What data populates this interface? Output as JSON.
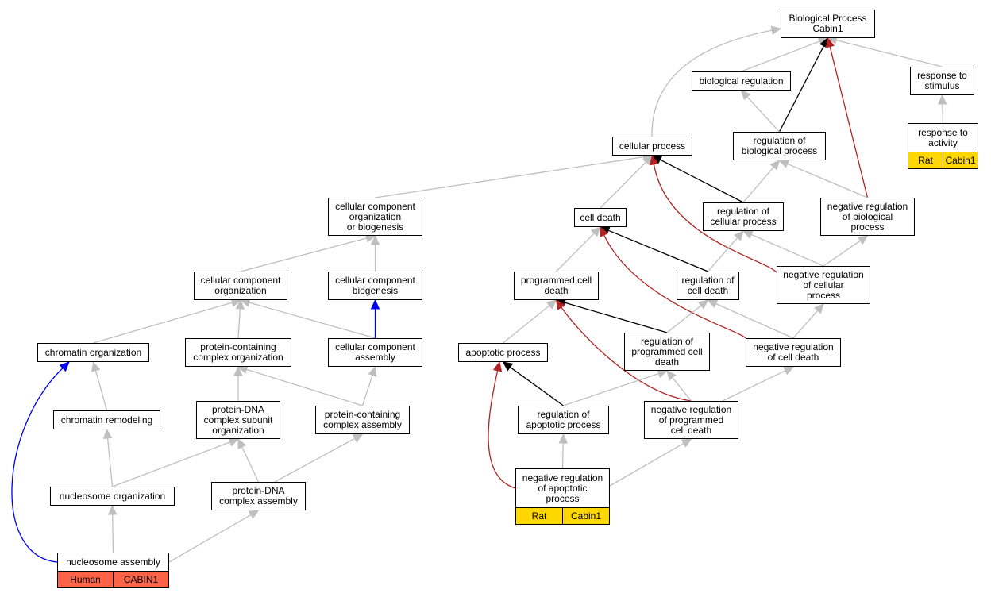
{
  "colors": {
    "edge_default": "#bfbfbf",
    "edge_regulates": "#000000",
    "edge_negatively_regulates": "#b22222",
    "edge_part_of": "#0000ee",
    "tag_rat": "#ffd700",
    "tag_human": "#ff6347"
  },
  "nodes": [
    {
      "id": "bp",
      "label": "Biological Process\nCabin1"
    },
    {
      "id": "breg",
      "label": "biological regulation"
    },
    {
      "id": "rts",
      "label": "response to\nstimulus"
    },
    {
      "id": "rta",
      "label": "response to\nactivity",
      "tags": [
        {
          "label": "Rat",
          "kind": "rat"
        },
        {
          "label": "Cabin1",
          "kind": "rat"
        }
      ]
    },
    {
      "id": "cproc",
      "label": "cellular process"
    },
    {
      "id": "rbp",
      "label": "regulation of\nbiological process"
    },
    {
      "id": "ccob",
      "label": "cellular component\norganization\nor biogenesis"
    },
    {
      "id": "cdeath",
      "label": "cell death"
    },
    {
      "id": "rcp",
      "label": "regulation of\ncellular process"
    },
    {
      "id": "nrbp",
      "label": "negative regulation\nof biological\nprocess"
    },
    {
      "id": "cco",
      "label": "cellular component\norganization"
    },
    {
      "id": "ccb",
      "label": "cellular component\nbiogenesis"
    },
    {
      "id": "pcd",
      "label": "programmed cell\ndeath"
    },
    {
      "id": "rcd",
      "label": "regulation of\ncell death"
    },
    {
      "id": "nrcp",
      "label": "negative regulation\nof cellular\nprocess"
    },
    {
      "id": "chrorg",
      "label": "chromatin organization"
    },
    {
      "id": "pcco",
      "label": "protein-containing\ncomplex organization"
    },
    {
      "id": "cca",
      "label": "cellular component\nassembly"
    },
    {
      "id": "apop",
      "label": "apoptotic process"
    },
    {
      "id": "rpcd",
      "label": "regulation of\nprogrammed cell\ndeath"
    },
    {
      "id": "nrcd",
      "label": "negative regulation\nof cell death"
    },
    {
      "id": "chrrem",
      "label": "chromatin remodeling"
    },
    {
      "id": "pdcso",
      "label": "protein-DNA\ncomplex subunit\norganization"
    },
    {
      "id": "pcca",
      "label": "protein-containing\ncomplex assembly"
    },
    {
      "id": "rap",
      "label": "regulation of\napoptotic process"
    },
    {
      "id": "nrpcd",
      "label": "negative regulation\nof programmed\ncell death"
    },
    {
      "id": "nucorg",
      "label": "nucleosome organization"
    },
    {
      "id": "pdca",
      "label": "protein-DNA\ncomplex assembly"
    },
    {
      "id": "nrap",
      "label": "negative regulation\nof apoptotic\nprocess",
      "tags": [
        {
          "label": "Rat",
          "kind": "rat"
        },
        {
          "label": "Cabin1",
          "kind": "rat"
        }
      ]
    },
    {
      "id": "nucasm",
      "label": "nucleosome assembly",
      "tags": [
        {
          "label": "Human",
          "kind": "human"
        },
        {
          "label": "CABIN1",
          "kind": "human"
        }
      ]
    }
  ],
  "edges": [
    {
      "from": "cproc",
      "to": "bp",
      "type": "is_a"
    },
    {
      "from": "breg",
      "to": "bp",
      "type": "is_a"
    },
    {
      "from": "rts",
      "to": "bp",
      "type": "is_a"
    },
    {
      "from": "rbp",
      "to": "bp",
      "type": "regulates"
    },
    {
      "from": "nrbp",
      "to": "bp",
      "type": "negatively_regulates"
    },
    {
      "from": "rta",
      "to": "rts",
      "type": "is_a"
    },
    {
      "from": "rbp",
      "to": "breg",
      "type": "is_a"
    },
    {
      "from": "ccob",
      "to": "cproc",
      "type": "is_a"
    },
    {
      "from": "cdeath",
      "to": "cproc",
      "type": "is_a"
    },
    {
      "from": "rcp",
      "to": "cproc",
      "type": "regulates"
    },
    {
      "from": "nrcp",
      "to": "cproc",
      "type": "negatively_regulates"
    },
    {
      "from": "rcp",
      "to": "rbp",
      "type": "is_a"
    },
    {
      "from": "nrbp",
      "to": "rbp",
      "type": "is_a"
    },
    {
      "from": "cco",
      "to": "ccob",
      "type": "is_a"
    },
    {
      "from": "ccb",
      "to": "ccob",
      "type": "is_a"
    },
    {
      "from": "pcd",
      "to": "cdeath",
      "type": "is_a"
    },
    {
      "from": "rcd",
      "to": "cdeath",
      "type": "regulates"
    },
    {
      "from": "nrcd",
      "to": "cdeath",
      "type": "negatively_regulates"
    },
    {
      "from": "rcd",
      "to": "rcp",
      "type": "is_a"
    },
    {
      "from": "nrcp",
      "to": "rcp",
      "type": "is_a"
    },
    {
      "from": "nrcp",
      "to": "nrbp",
      "type": "is_a"
    },
    {
      "from": "chrorg",
      "to": "cco",
      "type": "is_a"
    },
    {
      "from": "pcco",
      "to": "cco",
      "type": "is_a"
    },
    {
      "from": "cca",
      "to": "cco",
      "type": "is_a"
    },
    {
      "from": "cca",
      "to": "ccb",
      "type": "part_of"
    },
    {
      "from": "apop",
      "to": "pcd",
      "type": "is_a"
    },
    {
      "from": "rpcd",
      "to": "pcd",
      "type": "regulates"
    },
    {
      "from": "nrpcd",
      "to": "pcd",
      "type": "negatively_regulates"
    },
    {
      "from": "rpcd",
      "to": "rcd",
      "type": "is_a"
    },
    {
      "from": "nrcd",
      "to": "rcd",
      "type": "is_a"
    },
    {
      "from": "nrcd",
      "to": "nrcp",
      "type": "is_a"
    },
    {
      "from": "chrrem",
      "to": "chrorg",
      "type": "is_a"
    },
    {
      "from": "nucasm",
      "to": "chrorg",
      "type": "part_of"
    },
    {
      "from": "pdcso",
      "to": "pcco",
      "type": "is_a"
    },
    {
      "from": "pcca",
      "to": "pcco",
      "type": "is_a"
    },
    {
      "from": "pcca",
      "to": "cca",
      "type": "is_a"
    },
    {
      "from": "rap",
      "to": "apop",
      "type": "regulates"
    },
    {
      "from": "nrap",
      "to": "apop",
      "type": "negatively_regulates"
    },
    {
      "from": "rap",
      "to": "rpcd",
      "type": "is_a"
    },
    {
      "from": "nrpcd",
      "to": "rpcd",
      "type": "is_a"
    },
    {
      "from": "nrpcd",
      "to": "nrcd",
      "type": "is_a"
    },
    {
      "from": "nucorg",
      "to": "chrrem",
      "type": "is_a"
    },
    {
      "from": "nucorg",
      "to": "pdcso",
      "type": "is_a"
    },
    {
      "from": "pdca",
      "to": "pdcso",
      "type": "is_a"
    },
    {
      "from": "pdca",
      "to": "pcca",
      "type": "is_a"
    },
    {
      "from": "nrap",
      "to": "rap",
      "type": "is_a"
    },
    {
      "from": "nrap",
      "to": "nrpcd",
      "type": "is_a"
    },
    {
      "from": "nucasm",
      "to": "nucorg",
      "type": "is_a"
    },
    {
      "from": "nucasm",
      "to": "pdca",
      "type": "is_a"
    }
  ]
}
